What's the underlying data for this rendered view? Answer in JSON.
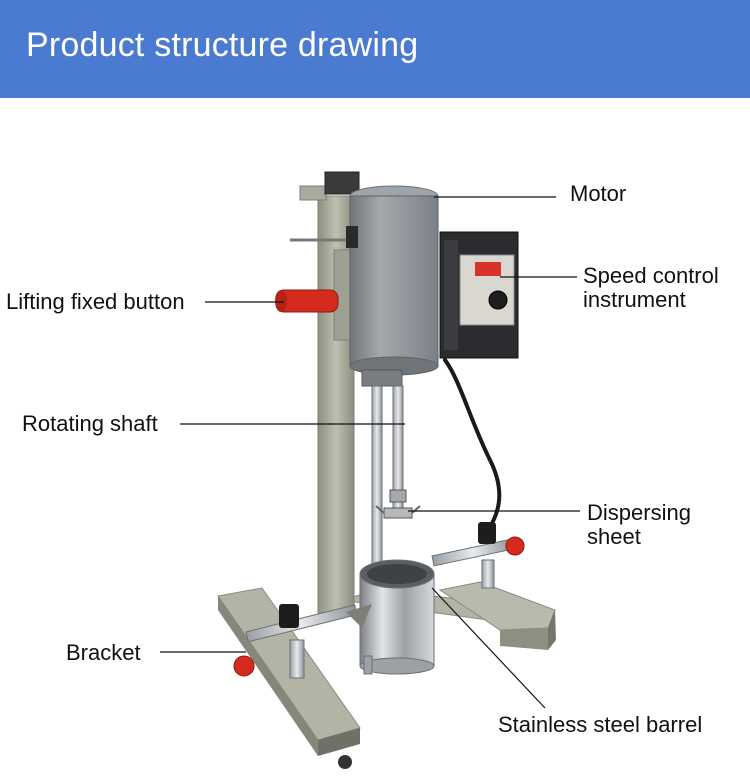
{
  "header": {
    "title": "Product structure drawing"
  },
  "labels": {
    "motor": "Motor",
    "speed_control_line1": "Speed control",
    "speed_control_line2": "instrument",
    "lifting_button": "Lifting fixed button",
    "rotating_shaft": "Rotating shaft",
    "dispersing_line1": "Dispersing",
    "dispersing_line2": "sheet",
    "bracket": "Bracket",
    "barrel": "Stainless steel barrel"
  },
  "colors": {
    "banner": "#4a7bd0",
    "motor_body": "#8e9498",
    "frame": "#a9aa9e",
    "handle_knob": "#d42b1e",
    "control_box": "#2a2c30",
    "display": "#d8332a"
  }
}
